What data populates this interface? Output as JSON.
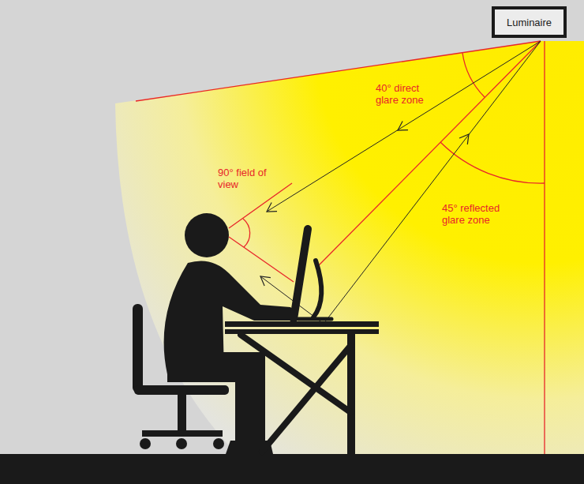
{
  "diagram": {
    "nodes": [
      {
        "text": [
          "Luminaire"
        ]
      }
    ],
    "labels": [
      "40° direct glare zone",
      "90° field of view",
      "45° reflected glare zone"
    ]
  }
}
